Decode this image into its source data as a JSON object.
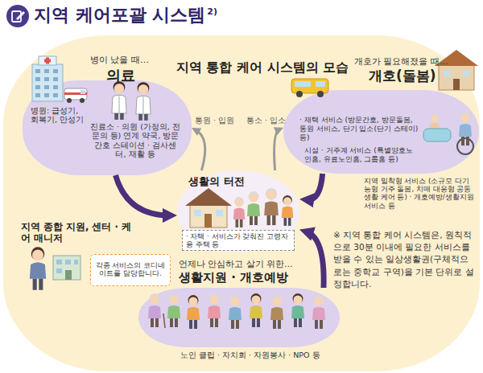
{
  "diagram": {
    "title": "지역 케어포괄 시스템",
    "nodes": [
      {
        "text": [
          "지역 통합 케어 시스템의 모습"
        ]
      },
      {
        "text": [
          "병이 났을 때…",
          "의료",
          "병원: 급성기, 회복기, 만성기",
          "진료소 · 의원 (가정의, 전문의 등) 연계 약국, 방문간호 스테이션 · 검사센터, 재활 등"
        ],
        "in": 0
      },
      {
        "text": [
          "개호가 필요해졌을 때…",
          "개호(돌봄)",
          "· 재택 서비스 (방문간호, 방문돌봄, 통원 서비스, 단기 입소(단기 스테이) 등)",
          "시설 · 거주계 서비스 (특별양호노인홈, 유료노인홈, 그룹홈 등)",
          "지역 밀착형 서비스 (소규모 다기능형 거주 돌봄, 치매 대응형 공동생활 케어 등) · 개호예방/생활지원 서비스 등"
        ],
        "in": 0
      },
      {
        "text": [
          "생활의 터전",
          "· 자택 · 서비스가 갖춰진 고령자용 주택 등"
        ],
        "in": 0
      },
      {
        "text": [
          "지역 종합 지원, 센터 · 케어 매니저"
        ],
        "in": 0
      },
      {
        "text": [
          "각종 서비스의 코디네이트를 담당합니다."
        ],
        "in": 0
      },
      {
        "text": [
          "언제나 안심하고 살기 위한…",
          "생활지원 · 개호예방",
          "노인 클럽 · 자치회 · 자원봉사 · NPO 등"
        ],
        "in": 0
      }
    ],
    "edges": [
      {
        "from": 3,
        "to": 1,
        "label": "통원 · 입원",
        "arrow": "to"
      },
      {
        "from": 1,
        "to": 3,
        "arrow": "to"
      },
      {
        "from": 3,
        "to": 2,
        "label": "통소 · 입소",
        "arrow": "to"
      },
      {
        "from": 2,
        "to": 3,
        "arrow": "to"
      },
      {
        "from": 6,
        "to": 3,
        "arrow": "to"
      }
    ],
    "labels": [
      "2)",
      "※ 지역 통합 케어 시스템은, 원칙적으로 30분 이내에 필요한 서비스를 받을 수 있는 일상생활권(구체적으로는 중학교 구역)을 기본 단위로 설정합니다."
    ]
  }
}
